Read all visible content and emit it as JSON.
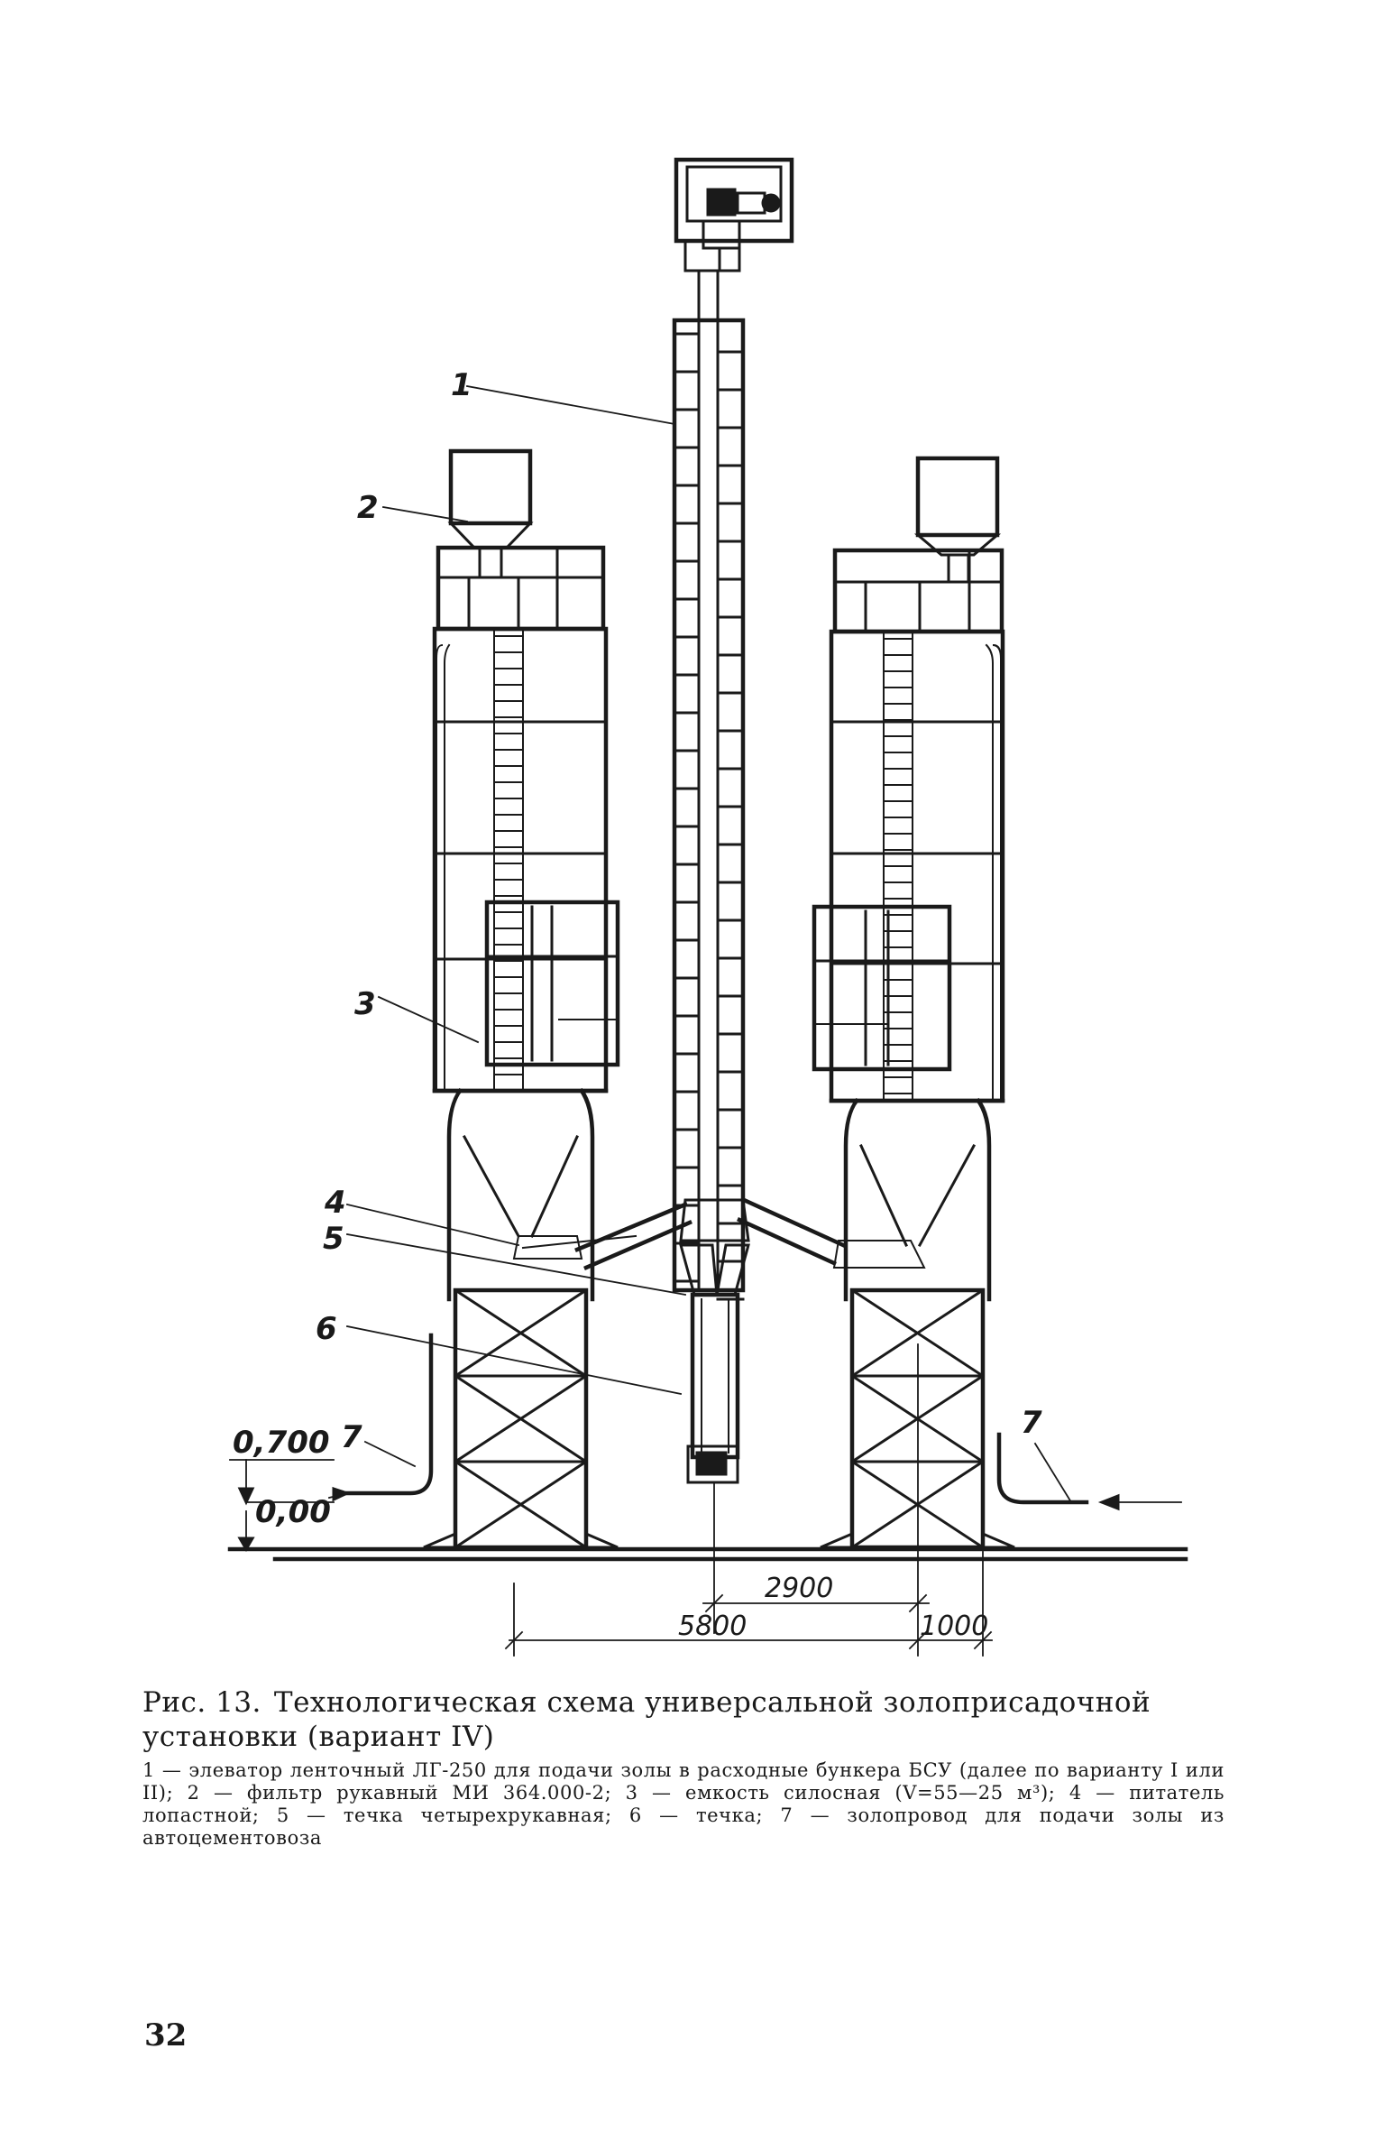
{
  "labels": {
    "l1": "1",
    "l2": "2",
    "l3": "3",
    "l4": "4",
    "l5": "5",
    "l6": "6",
    "l7_left": "7",
    "l7_right": "7"
  },
  "levels": {
    "top": "0,700",
    "ground": "0,00"
  },
  "dimensions": {
    "d2900": "2900",
    "d5800": "5800",
    "d1000": "1000"
  },
  "caption": {
    "fig_label": "Рис. 13.",
    "title": "Технологическая схема универсальной золоприсадочной установки (вариант IV)",
    "legend": "1 — элеватор ленточный ЛГ-250 для подачи золы в расходные бункера БСУ (далее по варианту I или II); 2 — фильтр рукавный МИ 364.000-2; 3 — емкость силосная (V=55—25 м³); 4 — питатель лопастной; 5 — течка четырехрукавная; 6 — течка; 7 — золопровод для подачи золы из автоцементовоза"
  },
  "page_number": "32"
}
